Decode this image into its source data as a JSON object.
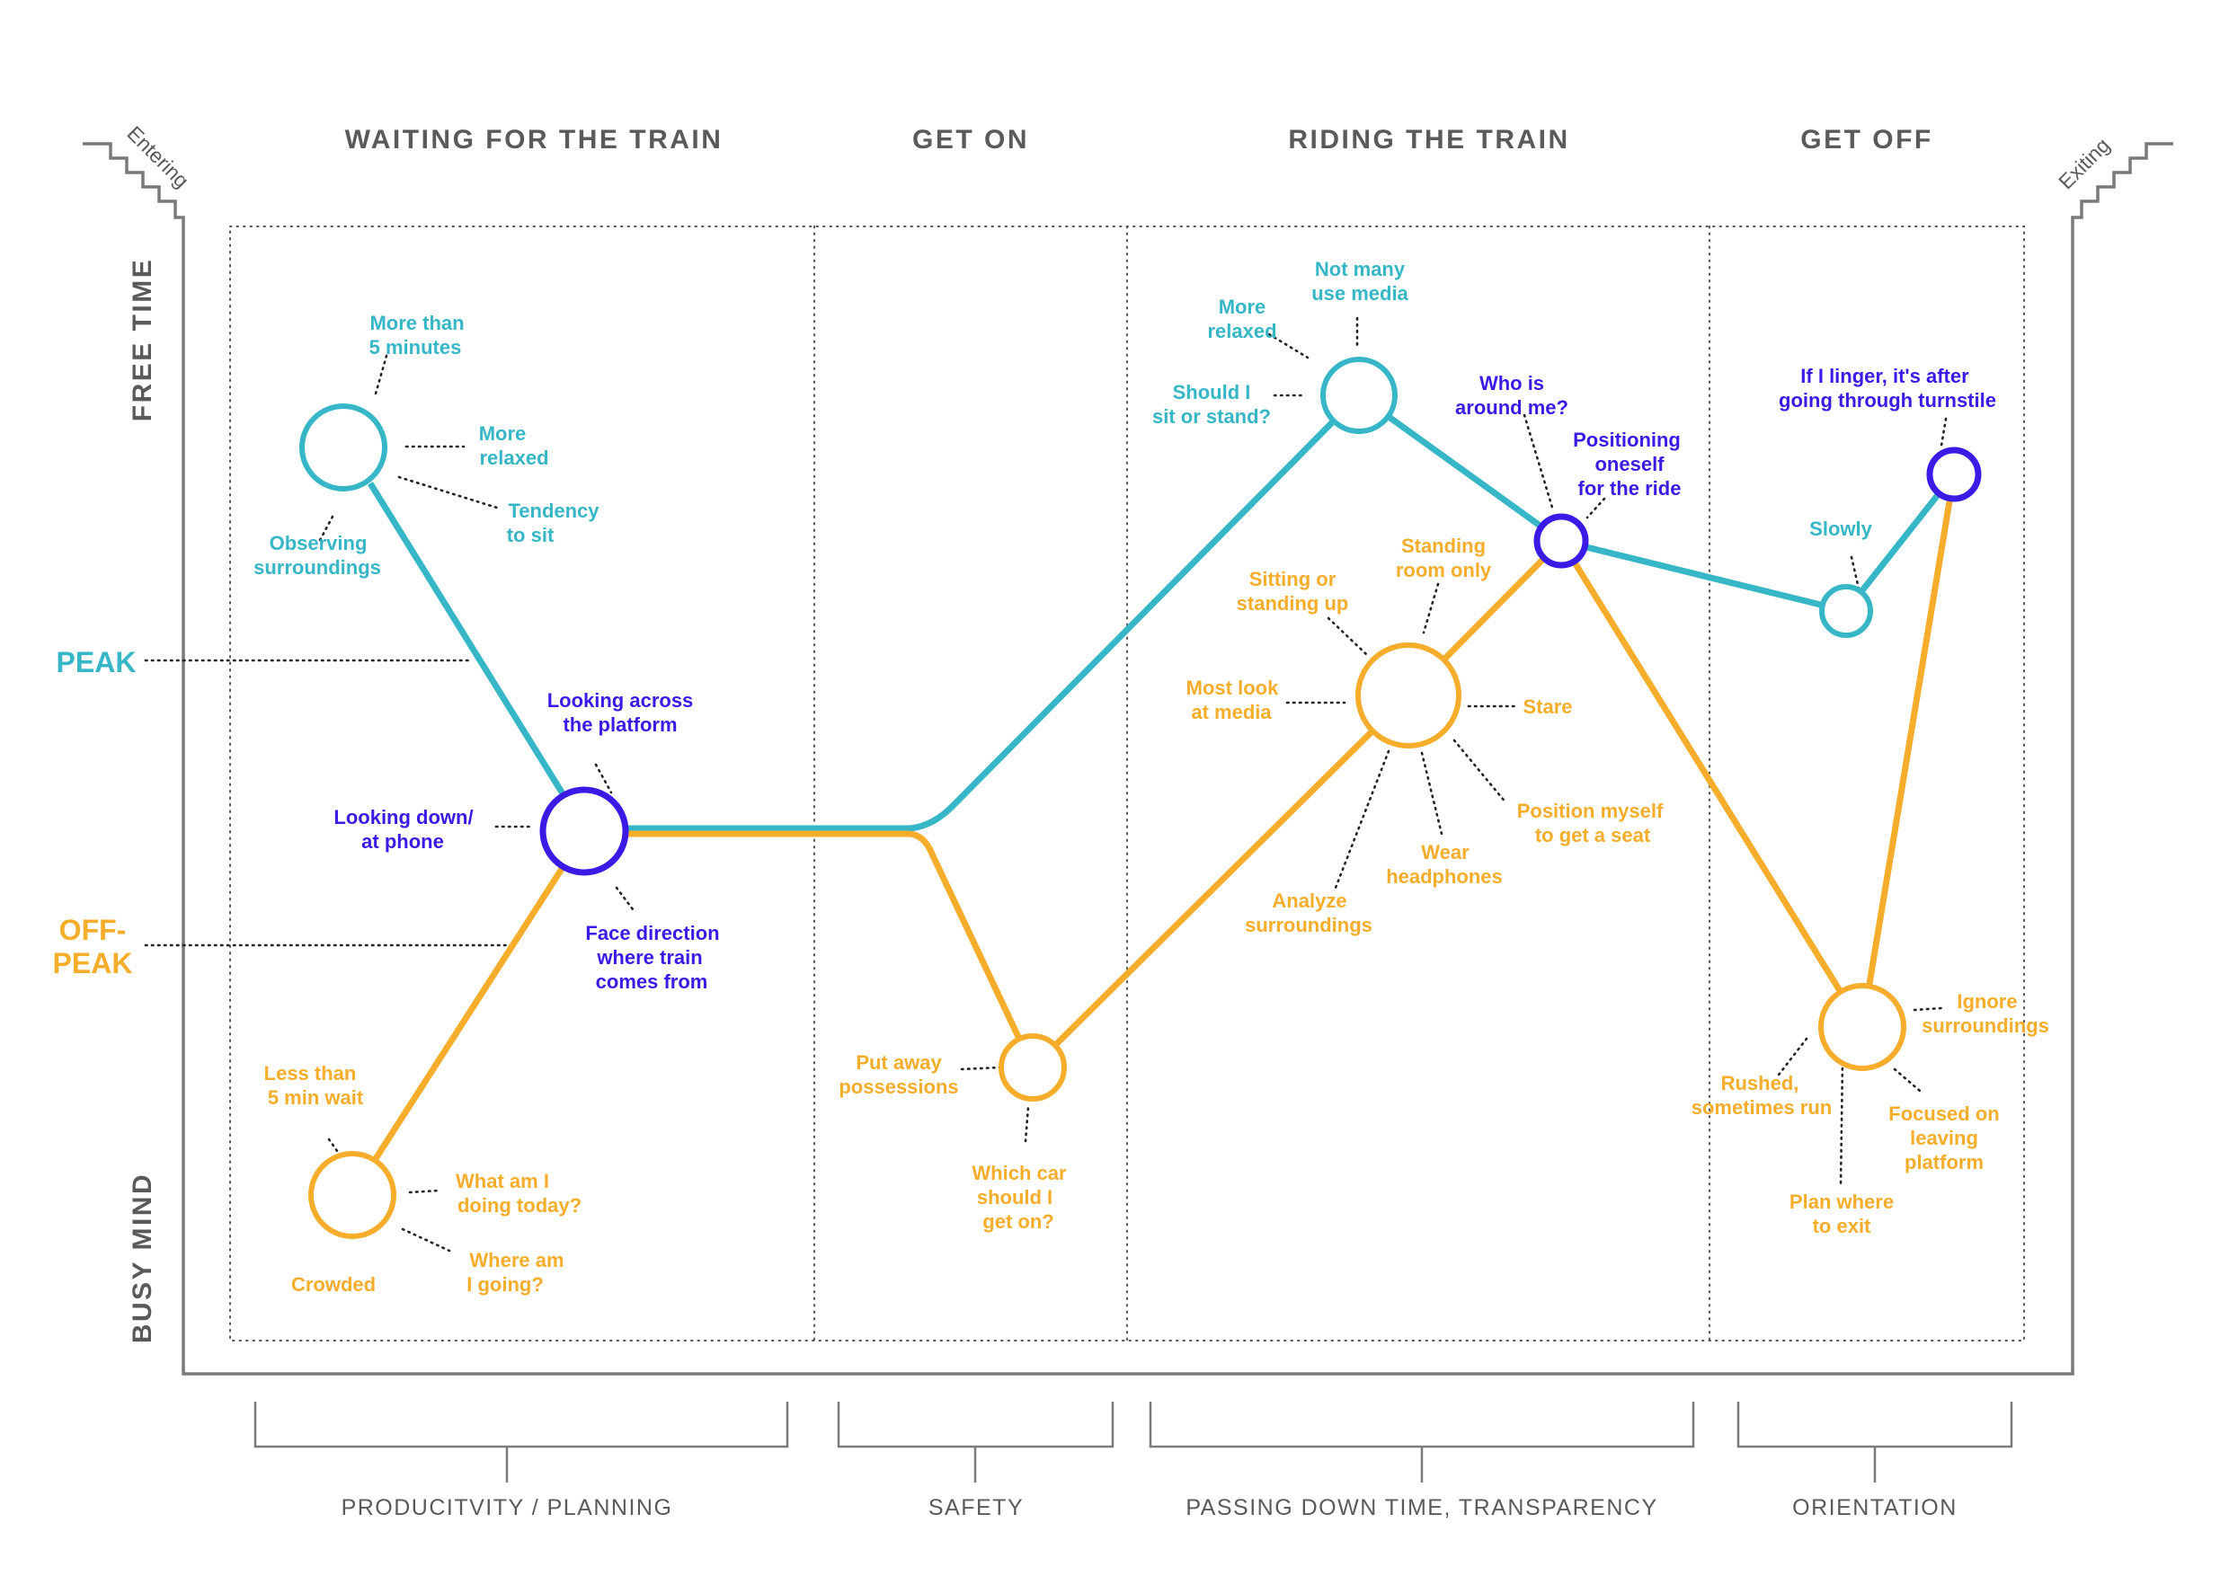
{
  "colors": {
    "teal": "#36B6C6",
    "orange": "#F5AD2B",
    "purple": "#3A1BE6",
    "gray": "#5A5A5A",
    "frame": "#7A7A7A"
  },
  "stairs": {
    "entering": "Entering",
    "exiting": "Exiting"
  },
  "phases": [
    "WAITING FOR THE TRAIN",
    "GET ON",
    "RIDING THE TRAIN",
    "GET OFF"
  ],
  "themes": [
    "PRODUCITVITY / PLANNING",
    "SAFETY",
    "PASSING DOWN TIME, TRANSPARENCY",
    "ORIENTATION"
  ],
  "axis": {
    "top": "FREE TIME",
    "bottom": "BUSY MIND"
  },
  "levels": {
    "peak": "PEAK",
    "offpeak_1": "OFF-",
    "offpeak_2": "PEAK"
  },
  "nodes": {
    "w_teal": [
      "More than",
      "5 minutes",
      "More",
      "relaxed",
      "Tendency",
      "to sit",
      "Observing",
      "surroundings"
    ],
    "w_mid": [
      "Looking across",
      "the platform",
      "Looking down/",
      "at phone",
      "Face direction",
      "where train",
      "comes from"
    ],
    "w_orange": [
      "Less than",
      "5 min wait",
      "What am I",
      "doing today?",
      "Where am",
      "I going?",
      "Crowded"
    ],
    "g_orange": [
      "Put away",
      "possessions",
      "Which car",
      "should I",
      "get on?"
    ],
    "r_teal": [
      "Not many",
      "use media",
      "More",
      "relaxed",
      "Should I",
      "sit or stand?"
    ],
    "r_purple": [
      "Who is",
      "around me?",
      "Positioning",
      "oneself",
      "for the ride"
    ],
    "r_orange": [
      "Standing",
      "room only",
      "Sitting or",
      "standing up",
      "Most look",
      "at media",
      "Stare",
      "Position myself",
      "to get a seat",
      "Wear",
      "headphones",
      "Analyze",
      "surroundings"
    ],
    "o_teal": [
      "Slowly"
    ],
    "o_purple": [
      "If I linger, it's after",
      "going through turnstile"
    ],
    "o_orange": [
      "Ignore",
      "surroundings",
      "Rushed,",
      "sometimes run",
      "Focused on",
      "leaving",
      "platform",
      "Plan where",
      "to exit"
    ]
  }
}
